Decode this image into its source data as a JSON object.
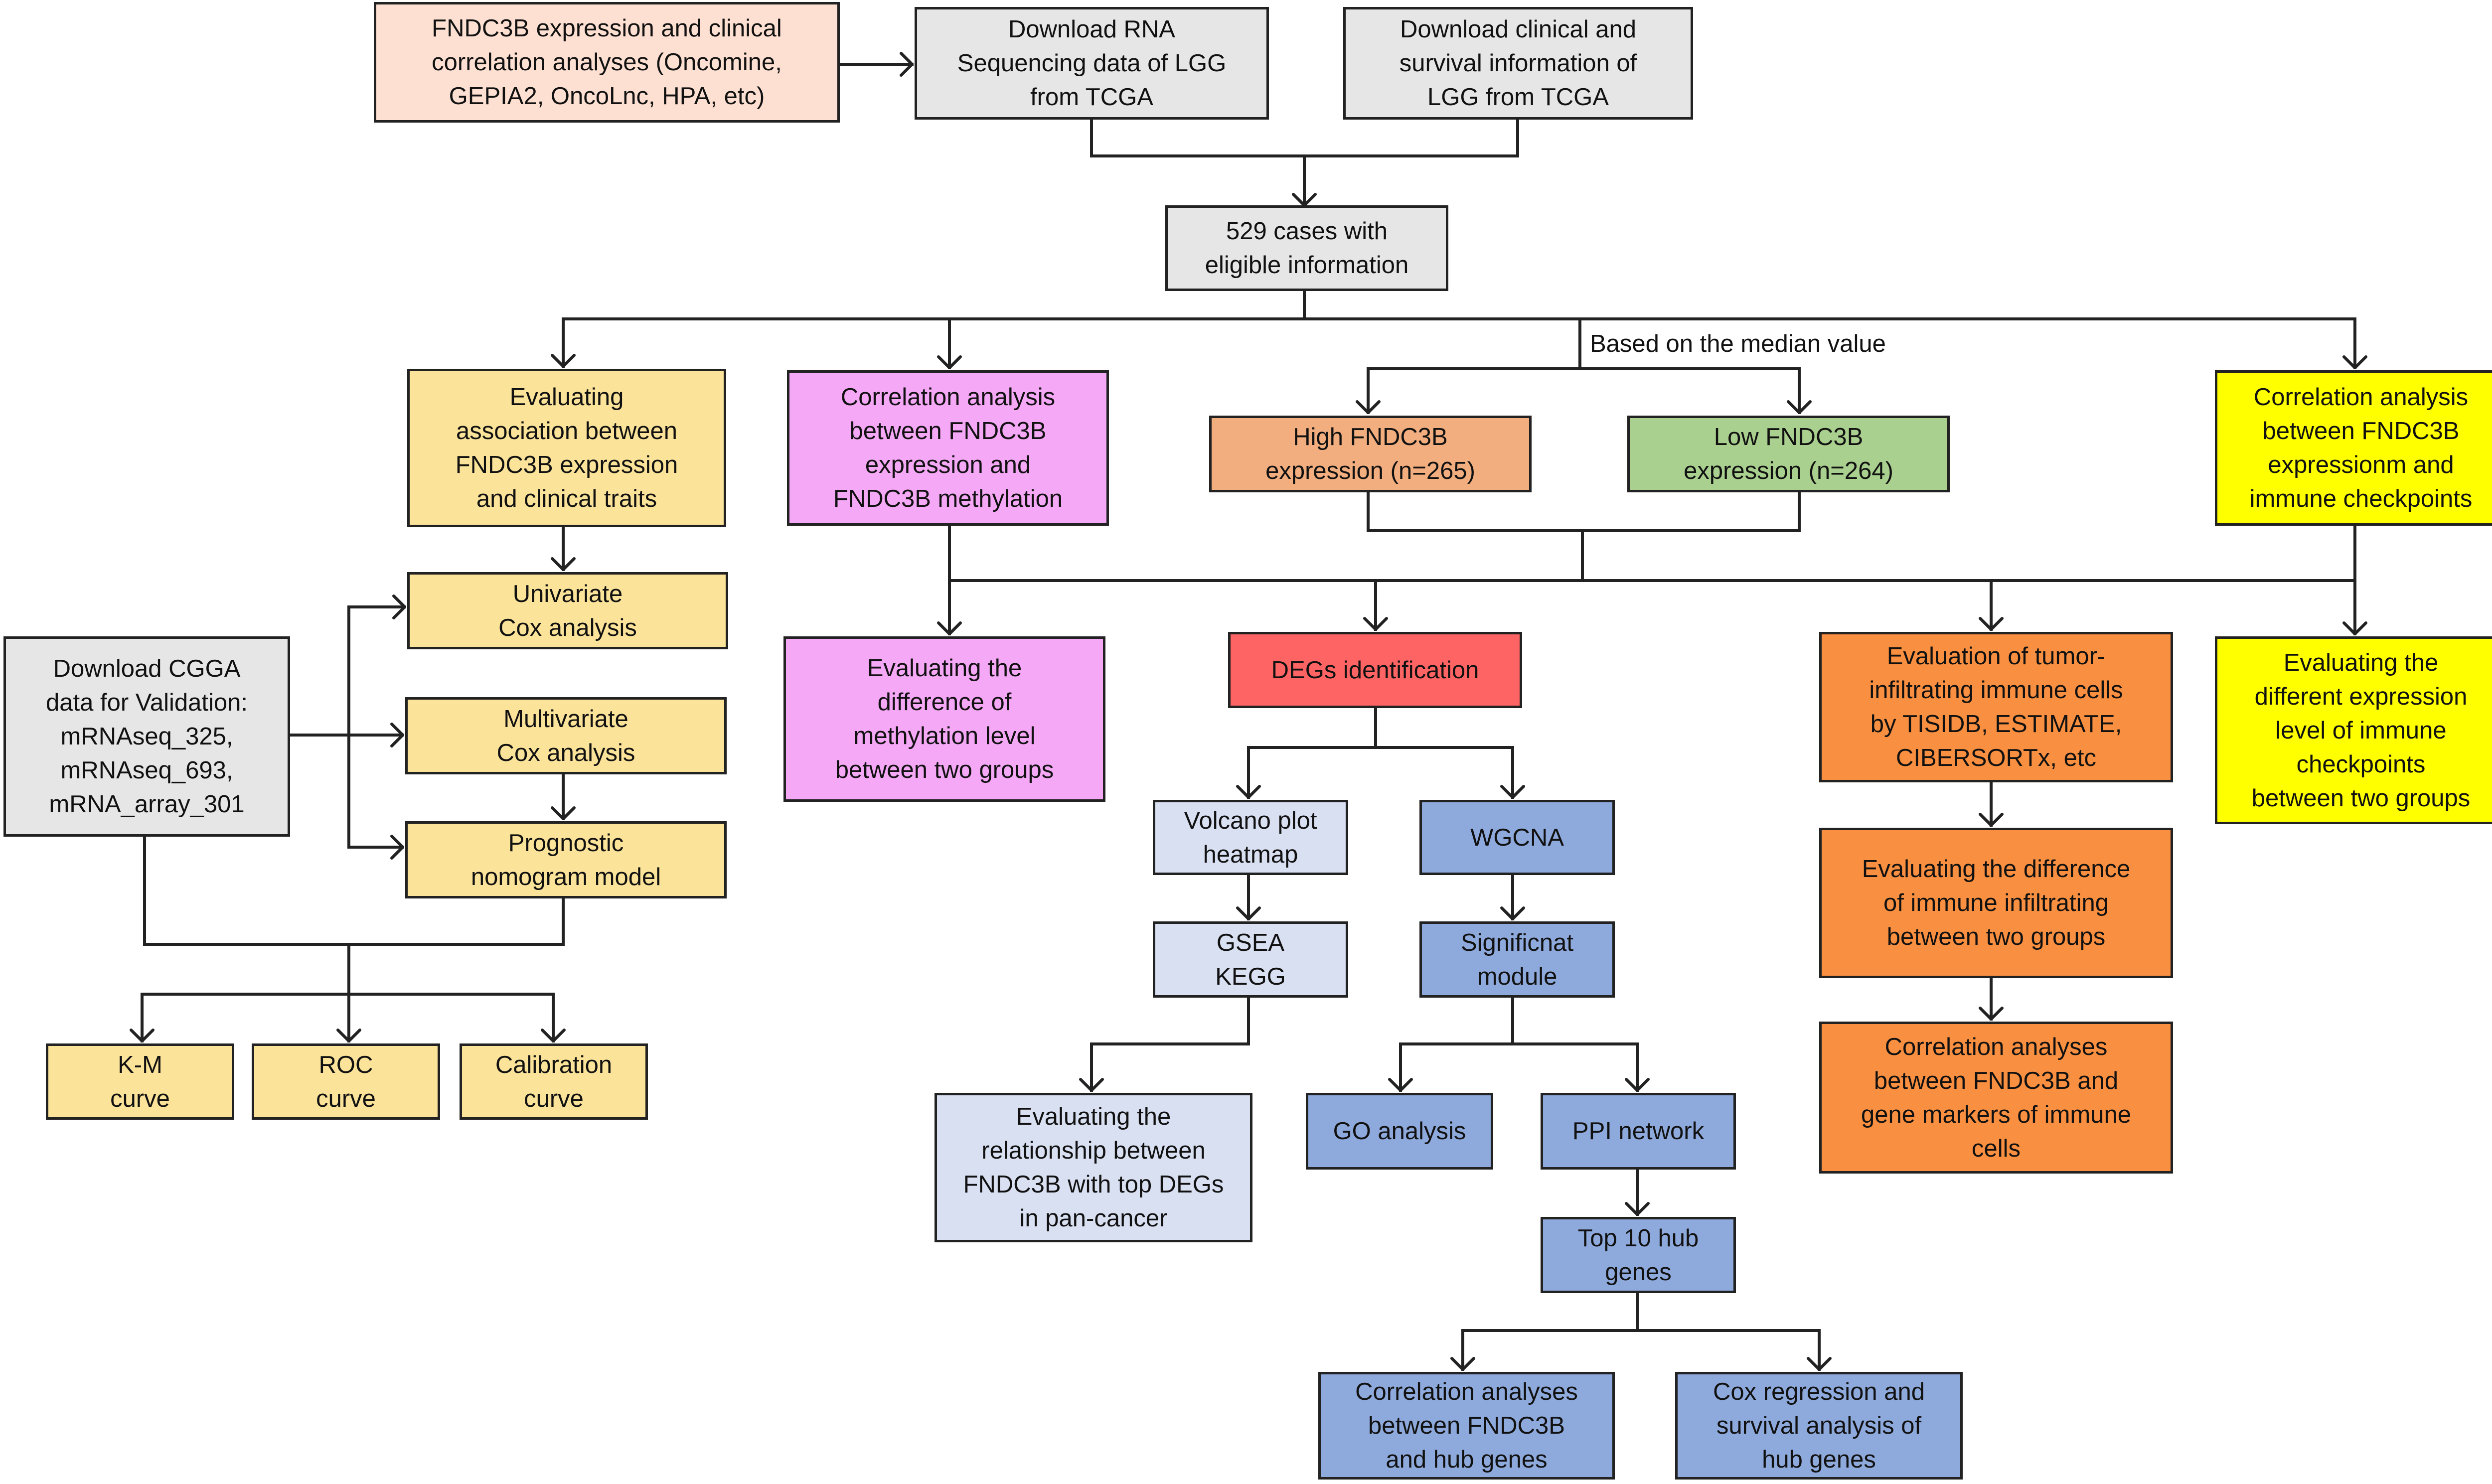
{
  "colors": {
    "peach": "#FDE0D2",
    "gray": "#E6E6E6",
    "light_yellow": "#FBE39A",
    "pink": "#F5A8F5",
    "orange_high": "#F2AE7F",
    "green_low": "#A9D08E",
    "yellow": "#FFFF00",
    "red": "#FF6464",
    "light_blue": "#D9E0F2",
    "blue": "#8EA9DB",
    "orange": "#F98F40",
    "line": "#222222"
  },
  "nodes": {
    "fndc3b_expression_analyses": "FNDC3B expression and clinical\ncorrelation analyses (Oncomine,\nGEPIA2, OncoLnc, HPA, etc)",
    "download_rna": "Download RNA\nSequencing data of LGG\nfrom TCGA",
    "download_clinical": "Download clinical and\nsurvival information of\nLGG from TCGA",
    "eligible_cases": "529 cases with\neligible information",
    "evaluating_association": "Evaluating\nassociation between\nFNDC3B expression\nand clinical traits",
    "correlation_methylation": "Correlation analysis\nbetween FNDC3B\nexpression and\nFNDC3B methylation",
    "high_fndc3b": "High FNDC3B\nexpression (n=265)",
    "low_fndc3b": "Low FNDC3B\nexpression (n=264)",
    "correlation_checkpoints": "Correlation analysis\nbetween FNDC3B\nexpressionm and\nimmune checkpoints",
    "univariate_cox": "Univariate\nCox analysis",
    "download_cgga": "Download CGGA\ndata for Validation:\nmRNAseq_325,\nmRNAseq_693,\nmRNA_array_301",
    "multivariate_cox": "Multivariate\nCox analysis",
    "prognostic_nomogram": "Prognostic\nnomogram model",
    "methylation_difference": "Evaluating the\ndifference of\nmethylation level\nbetween two groups",
    "degs_identification": "DEGs identification",
    "tumor_infiltrating": "Evaluation of tumor-\ninfiltrating immune cells\nby TISIDB, ESTIMATE,\nCIBERSORTx, etc",
    "checkpoint_difference": "Evaluating the\ndifferent expression\nlevel of immune\ncheckpoints\nbetween two groups",
    "volcano_plot": "Volcano plot\nheatmap",
    "wgcna": "WGCNA",
    "immune_infiltrating_difference": "Evaluating the difference\nof immune infiltrating\nbetween two groups",
    "gsea_kegg": "GSEA\nKEGG",
    "significant_module": "Significnat\nmodule",
    "km_curve": "K-M\ncurve",
    "roc_curve": "ROC\ncurve",
    "calibration_curve": "Calibration\ncurve",
    "pan_cancer": "Evaluating the\nrelationship between\nFNDC3B with top DEGs\nin pan-cancer",
    "go_analysis": "GO analysis",
    "ppi_network": "PPI network",
    "gene_markers": "Correlation analyses\nbetween FNDC3B and\ngene markers of  immune\ncells",
    "top10_hub": "Top 10 hub\ngenes",
    "correlation_hub": "Correlation analyses\nbetween FNDC3B\nand hub genes",
    "cox_survival_hub": "Cox regression and\nsurvival analysis of\nhub genes"
  },
  "labels": {
    "median_split": "Based on the median value"
  }
}
